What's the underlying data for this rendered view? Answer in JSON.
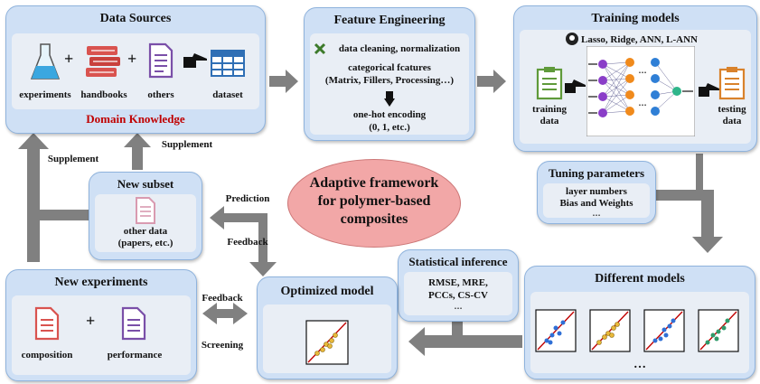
{
  "center_title": "Adaptive framework for polymer-based composites",
  "center_lines": [
    "Adaptive framework",
    "for polymer-based",
    "composites"
  ],
  "data_sources": {
    "title": "Data Sources",
    "items": [
      "experiments",
      "handbooks",
      "others",
      "dataset"
    ],
    "plus": "+",
    "footer": "Domain Knowledge"
  },
  "feature_engineering": {
    "title": "Feature Engineering",
    "line1": "data cleaning, normalization",
    "line2": "categorical fcatures",
    "line3": "(Matrix, Fillers, Processing…)",
    "line4": "one-hot encoding",
    "line5": "(0, 1, etc.)"
  },
  "training_models": {
    "title": "Training models",
    "models": "Lasso, Ridge, ANN, L-ANN",
    "left_label": [
      "training",
      "data"
    ],
    "right_label": [
      "testing",
      "data"
    ],
    "dots": "…"
  },
  "tuning": {
    "title": "Tuning parameters",
    "line1": "layer numbers",
    "line2": "Bias and Weights",
    "line3": "…"
  },
  "new_subset": {
    "title": "New subset",
    "line1": "other data",
    "line2": "(papers, etc.)"
  },
  "statistical": {
    "title": "Statistical inference",
    "line1": "RMSE, MRE,",
    "line2": "PCCs, CS-CV",
    "line3": "…"
  },
  "different_models": {
    "title": "Different  models",
    "dots": "…"
  },
  "new_experiments": {
    "title": "New experiments",
    "items": [
      "composition",
      "performance"
    ],
    "plus": "+"
  },
  "optimized": {
    "title": "Optimized model"
  },
  "arrow_labels": {
    "supplement_left": "Supplement",
    "supplement_right": "Supplement",
    "prediction": "Prediction",
    "feedback_top": "Feedback",
    "feedback_bottom": "Feedback",
    "screening": "Screening"
  },
  "colors": {
    "box_fill": "#cfe0f5",
    "box_border": "#8fb3dd",
    "inner_fill": "#e9eef5",
    "arrow": "#7f7f7f",
    "center_fill": "#f2a7a7",
    "domain_knowledge": "#c00000",
    "doc_red": "#d9534f",
    "doc_purple": "#7a4fa8",
    "doc_green": "#5f9a3a",
    "doc_orange": "#d9822b",
    "doc_pink": "#d99ab0"
  }
}
